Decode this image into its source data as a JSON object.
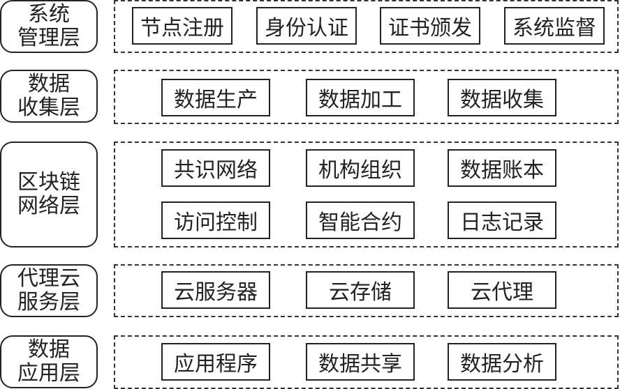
{
  "layers": [
    {
      "label_lines": [
        "系统",
        "管理层"
      ],
      "items": [
        "节点注册",
        "身份认证",
        "证书颁发",
        "系统监督"
      ]
    },
    {
      "label_lines": [
        "数据",
        "收集层"
      ],
      "items": [
        "数据生产",
        "数据加工",
        "数据收集"
      ]
    },
    {
      "label_lines": [
        "区块链",
        "网络层"
      ],
      "items": [
        "共识网络",
        "机构组织",
        "数据账本",
        "访问控制",
        "智能合约",
        "日志记录"
      ]
    },
    {
      "label_lines": [
        "代理云",
        "服务层"
      ],
      "items": [
        "云服务器",
        "云存储",
        "云代理"
      ]
    },
    {
      "label_lines": [
        "数据",
        "应用层"
      ],
      "items": [
        "应用程序",
        "数据共享",
        "数据分析"
      ]
    }
  ]
}
